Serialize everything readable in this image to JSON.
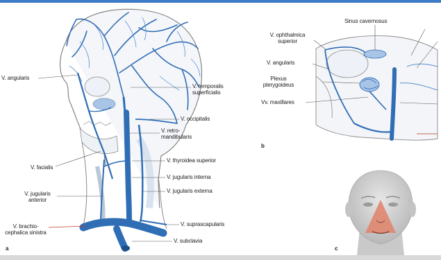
{
  "panel_a": {
    "letter": "a",
    "labels": {
      "v_angularis": "V. angularis",
      "v_temporalis": "V. temporalis\nsuperficialis",
      "v_occipitalis": "V. occipitalis",
      "v_retromandibularis": "V. retro-\nmandibularis",
      "v_facialis": "V. facialis",
      "v_thyroidea": "V. thyroidea superior",
      "v_jugularis_interna": "V. jugularis interna",
      "v_jugularis_externa": "V. jugularis externa",
      "v_jugularis_anterior": "V. jugularis\nanterior",
      "v_suprascapularis": "V. suprascapularis",
      "v_brachiocephalica": "V. brachio-\ncephalica sinistra",
      "v_subclavia": "V. subclavia"
    }
  },
  "panel_b": {
    "letter": "b",
    "labels": {
      "sinus_cavernosus": "Sinus cavernosus",
      "v_ophthalmica": "V. ophthalmica\nsuperior",
      "v_angularis": "V. angularis",
      "plexus": "Plexus\npterygoideus",
      "vv_maxillares": "Vv. maxillares"
    }
  },
  "panel_c": {
    "letter": "c",
    "highlight_color": "#e0866f"
  },
  "colors": {
    "vein": "#2f6db5",
    "vein_light": "#5b8fd0",
    "outline": "#6b6b6b",
    "leader": "#555555",
    "leader_red": "#c0392b"
  }
}
